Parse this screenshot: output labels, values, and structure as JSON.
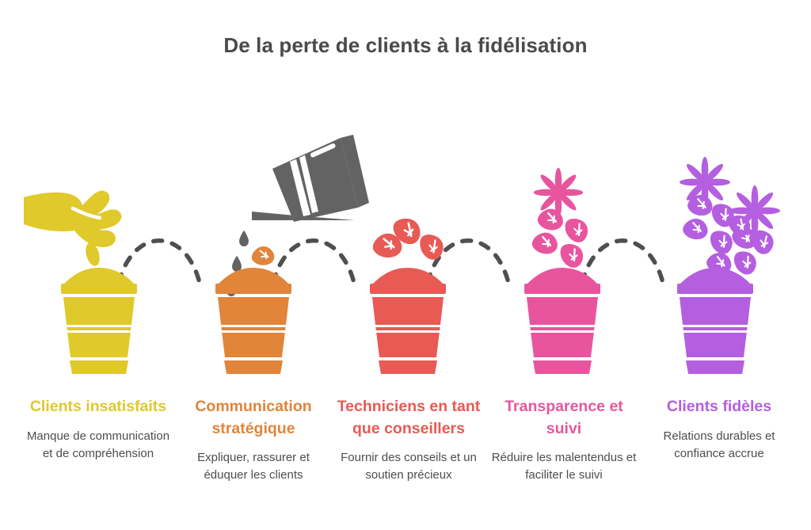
{
  "title": "De la perte de clients à la fidélisation",
  "theme": {
    "title_color": "#4a4a4a",
    "body_text_color": "#4d4d4d",
    "background": "#ffffff",
    "connector_color": "#4f4f4f",
    "watering_can_color": "#636363"
  },
  "stages": [
    {
      "heading": "Clients insatisfaits",
      "description": "Manque de communication et de compréhension",
      "color": "#DFC92B",
      "icon": "hand-dropping-seeds-icon",
      "pot": "plant-pot-icon",
      "leaves": 0,
      "flowers": 0
    },
    {
      "heading": "Communication stratégique",
      "description": "Expliquer, rassurer et éduquer les clients",
      "color": "#E0853A",
      "icon": "watering-can-icon",
      "pot": "plant-pot-icon",
      "leaves": 1,
      "flowers": 0
    },
    {
      "heading": "Techniciens en tant que conseillers",
      "description": "Fournir des conseils et un soutien précieux",
      "color": "#E85A54",
      "icon": "sprouting-leaves-icon",
      "pot": "plant-pot-icon",
      "leaves": 3,
      "flowers": 0
    },
    {
      "heading": "Transparence et suivi",
      "description": "Réduire les malentendus et faciliter le suivi",
      "color": "#E8559E",
      "icon": "budding-flower-icon",
      "pot": "plant-pot-icon",
      "leaves": 4,
      "flowers": 1
    },
    {
      "heading": "Clients fidèles",
      "description": "Relations durables et confiance accrue",
      "color": "#B45FE0",
      "icon": "blooming-plant-icon",
      "pot": "plant-pot-icon",
      "leaves": 9,
      "flowers": 2
    }
  ]
}
